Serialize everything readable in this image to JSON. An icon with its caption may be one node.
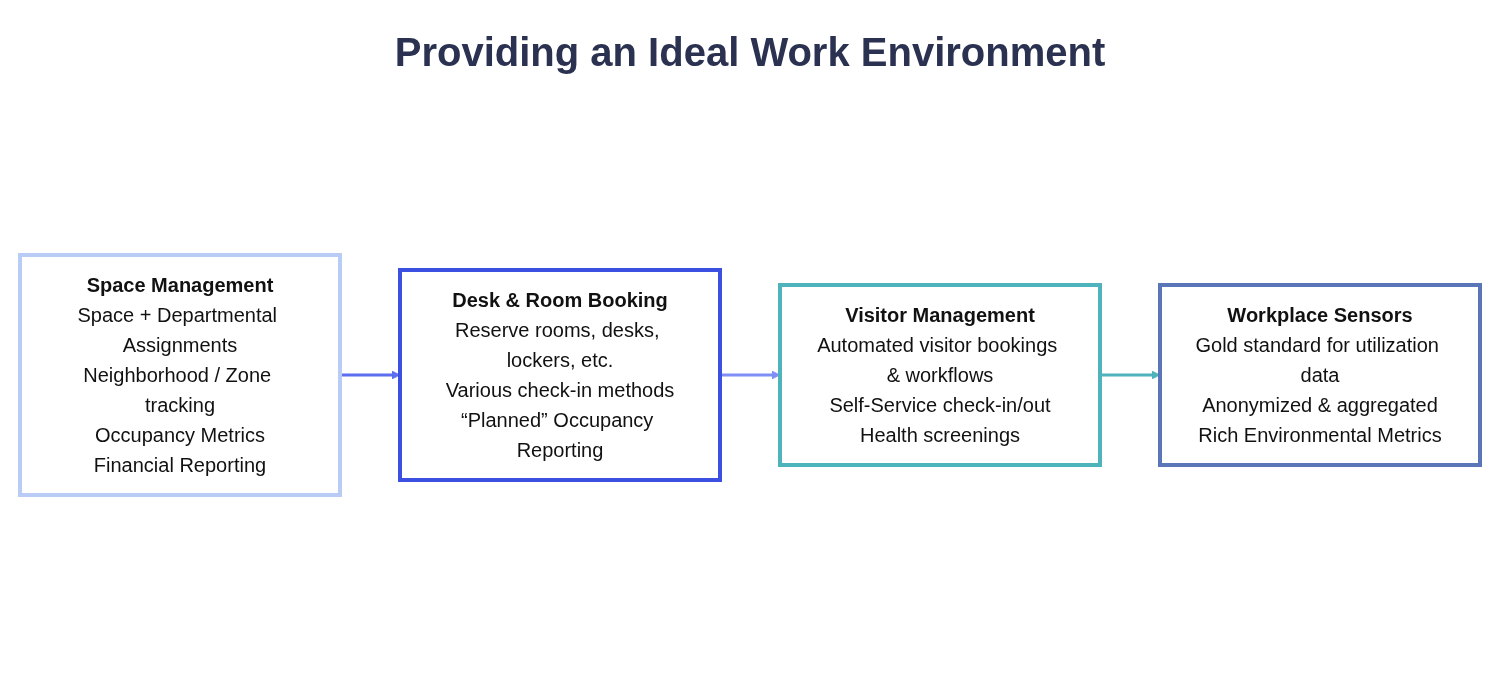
{
  "diagram": {
    "title": "Providing an Ideal Work Environment",
    "nodes": [
      {
        "text": [
          "Space Management",
          "Space + Departmental Assignments",
          "Neighborhood / Zone tracking",
          "Occupancy Metrics",
          "Financial Reporting"
        ]
      },
      {
        "text": [
          "Desk & Room Booking",
          "Reserve rooms, desks, lockers, etc.",
          "Various check-in methods",
          "“Planned” Occupancy Reporting"
        ]
      },
      {
        "text": [
          "Visitor Management",
          "Automated visitor bookings & workflows",
          "Self-Service check-in/out",
          "Health screenings"
        ]
      },
      {
        "text": [
          "Workplace Sensors",
          "Gold standard for utilization data",
          "Anonymized & aggregated",
          "Rich Environmental Metrics"
        ]
      }
    ],
    "edges": [
      {
        "from": 0,
        "to": 1,
        "arrow": "to",
        "color": "#5b6ef0"
      },
      {
        "from": 1,
        "to": 2,
        "arrow": "to",
        "color": "#7f8ff6"
      },
      {
        "from": 2,
        "to": 3,
        "arrow": "to",
        "color": "#4fb3bb"
      }
    ]
  }
}
